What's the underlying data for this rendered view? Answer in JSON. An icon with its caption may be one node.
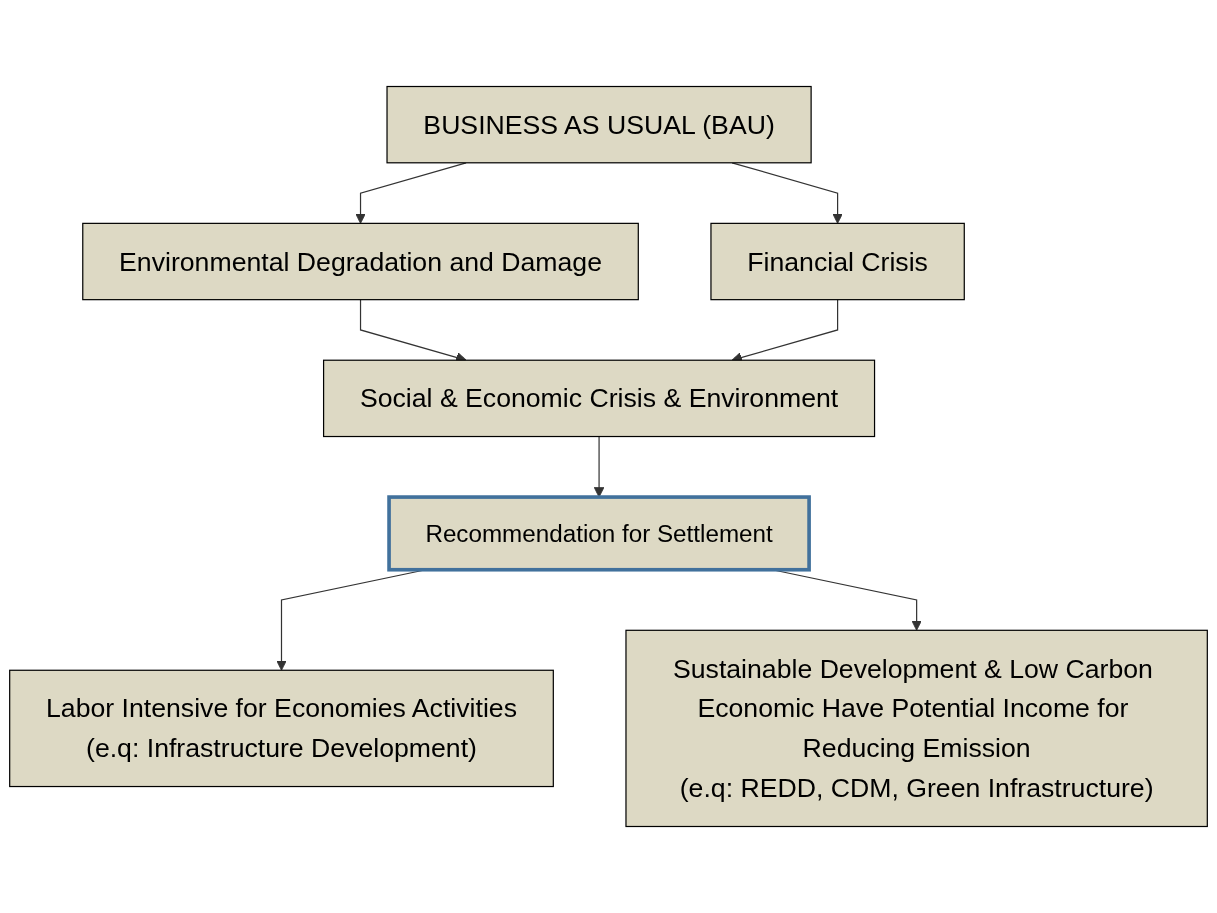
{
  "diagram": {
    "nodes": [
      {
        "text": [
          "BUSINESS AS USUAL (BAU)"
        ]
      },
      {
        "text": [
          "Environmental Degradation and Damage"
        ]
      },
      {
        "text": [
          "Financial Crisis"
        ]
      },
      {
        "text": [
          "Social & Economic Crisis & Environment"
        ]
      },
      {
        "text": [
          "Recommendation for Settlement"
        ]
      },
      {
        "text": [
          "Labor Intensive for Economies Activities",
          "(e.q: Infrastructure Development)"
        ]
      },
      {
        "text": [
          "Sustainable Development & Low Carbon Economic Have Potential Income for Reducing Emission",
          "(e.q: REDD, CDM, Green Infrastructure)"
        ]
      }
    ],
    "edges": [
      {
        "from": 0,
        "to": 1,
        "arrow": "to"
      },
      {
        "from": 0,
        "to": 2,
        "arrow": "to"
      },
      {
        "from": 1,
        "to": 3,
        "arrow": "to"
      },
      {
        "from": 2,
        "to": 3,
        "arrow": "to"
      },
      {
        "from": 3,
        "to": 4,
        "arrow": "to"
      },
      {
        "from": 4,
        "to": 5,
        "arrow": "to"
      },
      {
        "from": 4,
        "to": 6,
        "arrow": "to"
      }
    ]
  }
}
